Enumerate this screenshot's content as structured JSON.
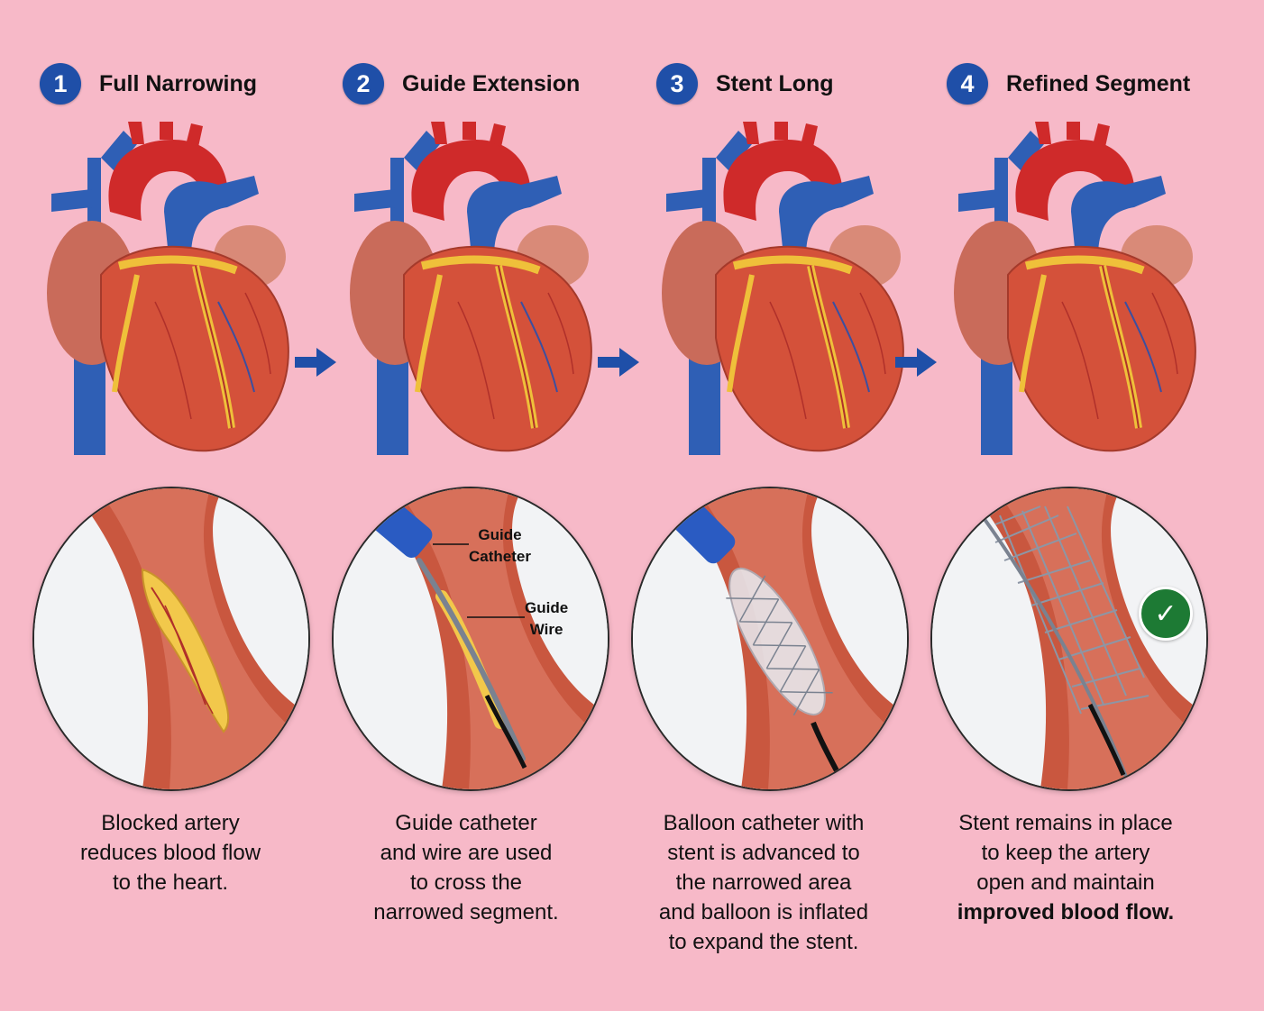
{
  "colors": {
    "background": "#f7b9c8",
    "badge": "#1f4fa8",
    "arrow": "#1f4fa8",
    "check": "#1d7a34",
    "artery_wall": "#c9573f",
    "plaque": "#f2c84b",
    "catheter": "#2a5bc2",
    "stent": "#9aa5b5"
  },
  "steps": [
    {
      "number": "1",
      "title": "Full Narrowing",
      "description": [
        "Blocked artery",
        "reduces blood flow",
        "to the heart."
      ]
    },
    {
      "number": "2",
      "title": "Guide Extension",
      "labels": {
        "catheter": [
          "Guide",
          "Catheter"
        ],
        "wire": [
          "Guide",
          "Wire"
        ]
      },
      "description": [
        "Guide catheter",
        "and wire are used",
        "to cross the",
        "narrowed segment."
      ]
    },
    {
      "number": "3",
      "title": "Stent Long",
      "description": [
        "Balloon catheter with",
        "stent is advanced to",
        "the narrowed area",
        "and balloon is inflated",
        "to expand the stent."
      ]
    },
    {
      "number": "4",
      "title": "Refined Segment",
      "check_icon": "checkmark-icon",
      "description": [
        "Stent remains in place",
        "to keep the artery",
        "open and maintain",
        "improved blood flow."
      ]
    }
  ]
}
